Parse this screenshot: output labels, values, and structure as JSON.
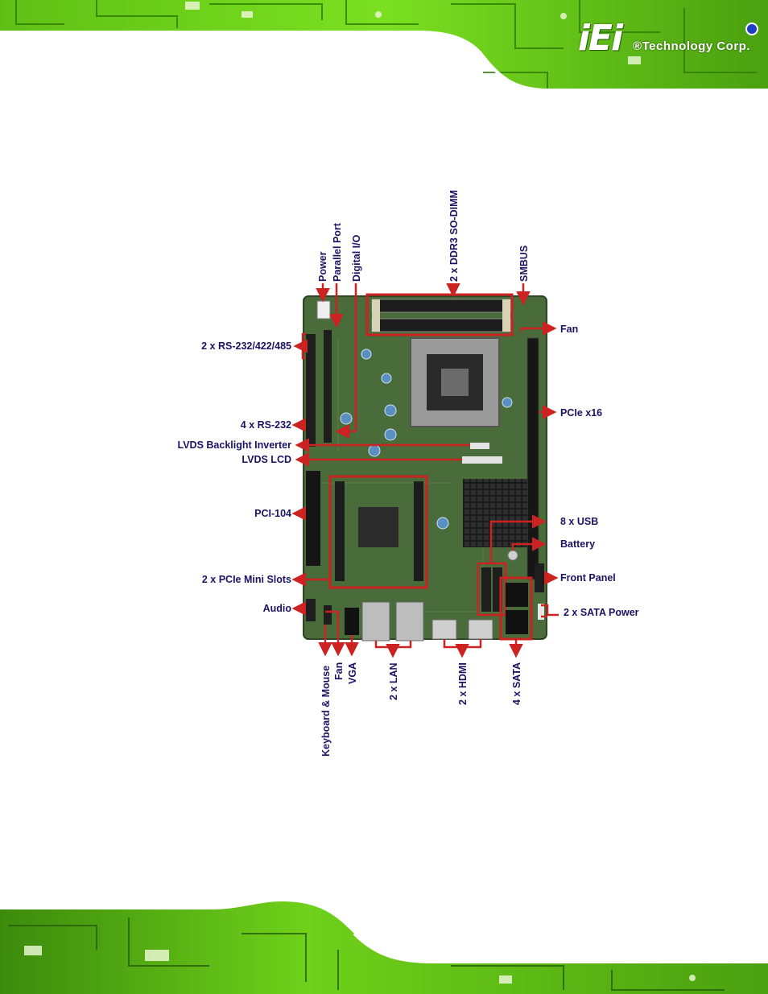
{
  "header": {
    "logo_mark": "iEi",
    "logo_text": "®Technology Corp."
  },
  "colors": {
    "accent_red": "#cc2222",
    "label_navy": "#1b1464",
    "pcb_green": "#4a6b3a",
    "band_green": "#6fd11a"
  },
  "callouts": {
    "power": "Power",
    "parallel_port": "Parallel Port",
    "digital_io": "Digital I/O",
    "ddr3": "2 x DDR3 SO-DIMM",
    "smbus": "SMBUS",
    "fan_top": "Fan",
    "rs232_422_485": "2 x RS-232/422/485",
    "rs232": "4 x RS-232",
    "pcie_x16": "PCIe x16",
    "lvds_backlight": "LVDS Backlight Inverter",
    "lvds_lcd": "LVDS LCD",
    "pci104": "PCI-104",
    "usb": "8 x USB",
    "battery": "Battery",
    "mini_slots": "2 x PCIe Mini Slots",
    "front_panel": "Front Panel",
    "audio": "Audio",
    "sata_power": "2 x SATA Power",
    "keyboard_mouse": "Keyboard & Mouse",
    "fan_bottom": "Fan",
    "vga": "VGA",
    "lan": "2 x LAN",
    "hdmi": "2 x HDMI",
    "sata": "4 x SATA"
  }
}
